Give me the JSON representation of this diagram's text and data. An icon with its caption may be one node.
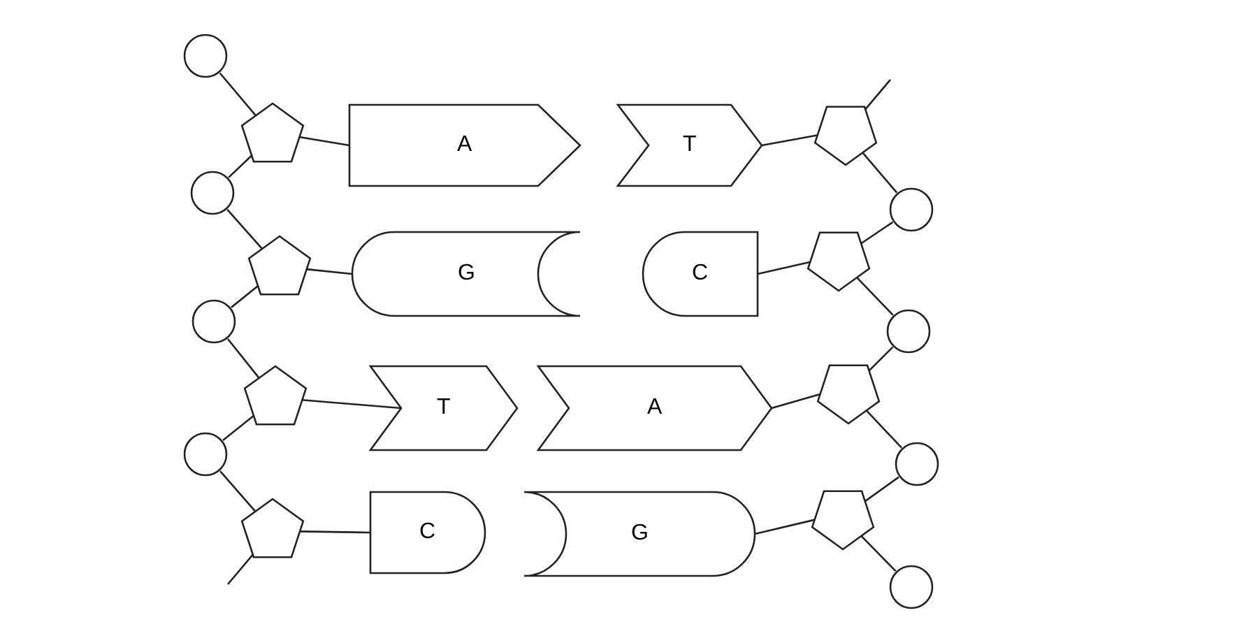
{
  "diagram": {
    "nodes": [
      {
        "text": [],
        "shape": "circle"
      },
      {
        "text": [],
        "shape": "pentagon"
      },
      {
        "text": [
          "A"
        ]
      },
      {
        "text": [
          "T"
        ]
      },
      {
        "text": [],
        "shape": "pentagon"
      },
      {
        "text": [],
        "shape": "circle"
      },
      {
        "text": [],
        "shape": "circle"
      },
      {
        "text": [],
        "shape": "pentagon"
      },
      {
        "text": [
          "G"
        ]
      },
      {
        "text": [
          "C"
        ]
      },
      {
        "text": [],
        "shape": "pentagon"
      },
      {
        "text": [],
        "shape": "circle"
      },
      {
        "text": [],
        "shape": "circle"
      },
      {
        "text": [],
        "shape": "pentagon"
      },
      {
        "text": [
          "T"
        ]
      },
      {
        "text": [
          "A"
        ]
      },
      {
        "text": [],
        "shape": "pentagon"
      },
      {
        "text": [],
        "shape": "circle"
      },
      {
        "text": [],
        "shape": "circle"
      },
      {
        "text": [],
        "shape": "pentagon"
      },
      {
        "text": [
          "C"
        ]
      },
      {
        "text": [
          "G"
        ]
      },
      {
        "text": [],
        "shape": "pentagon"
      },
      {
        "text": [],
        "shape": "circle"
      }
    ],
    "edges": [
      {
        "from": 0,
        "to": 1,
        "arrow": "none"
      },
      {
        "from": 1,
        "to": 2,
        "arrow": "none"
      },
      {
        "from": 1,
        "to": 6,
        "arrow": "none"
      },
      {
        "from": 6,
        "to": 7,
        "arrow": "none"
      },
      {
        "from": 7,
        "to": 8,
        "arrow": "none"
      },
      {
        "from": 7,
        "to": 12,
        "arrow": "none"
      },
      {
        "from": 12,
        "to": 13,
        "arrow": "none"
      },
      {
        "from": 13,
        "to": 14,
        "arrow": "none"
      },
      {
        "from": 13,
        "to": 18,
        "arrow": "none"
      },
      {
        "from": 18,
        "to": 19,
        "arrow": "none"
      },
      {
        "from": 19,
        "to": 20,
        "arrow": "none"
      },
      {
        "from": 19,
        "to": null,
        "arrow": "none"
      },
      {
        "from": 4,
        "to": null,
        "arrow": "none"
      },
      {
        "from": 4,
        "to": 3,
        "arrow": "none"
      },
      {
        "from": 4,
        "to": 5,
        "arrow": "none"
      },
      {
        "from": 5,
        "to": 10,
        "arrow": "none"
      },
      {
        "from": 10,
        "to": 9,
        "arrow": "none"
      },
      {
        "from": 10,
        "to": 11,
        "arrow": "none"
      },
      {
        "from": 11,
        "to": 16,
        "arrow": "none"
      },
      {
        "from": 16,
        "to": 15,
        "arrow": "none"
      },
      {
        "from": 16,
        "to": 17,
        "arrow": "none"
      },
      {
        "from": 17,
        "to": 22,
        "arrow": "none"
      },
      {
        "from": 22,
        "to": 21,
        "arrow": "none"
      },
      {
        "from": 22,
        "to": 23,
        "arrow": "none"
      }
    ]
  }
}
